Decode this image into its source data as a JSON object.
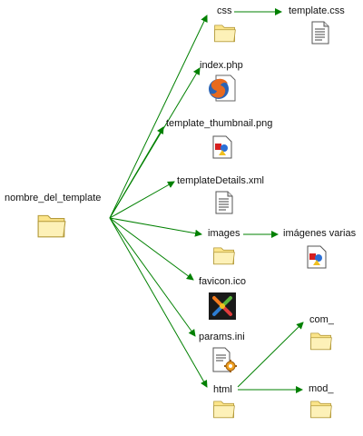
{
  "diagram": {
    "root": {
      "label": "nombre_del_template",
      "icon": "folder-icon"
    },
    "nodes": {
      "css": {
        "label": "css",
        "icon": "folder-icon"
      },
      "template_css": {
        "label": "template.css",
        "icon": "text-file-icon"
      },
      "index_php": {
        "label": "index.php",
        "icon": "firefox-file-icon"
      },
      "template_thumbnail": {
        "label": "template_thumbnail.png",
        "icon": "image-file-icon"
      },
      "template_details": {
        "label": "templateDetails.xml",
        "icon": "text-file-icon"
      },
      "images": {
        "label": "images",
        "icon": "folder-icon"
      },
      "imagenes_varias": {
        "label": "imágenes varias",
        "icon": "image-file-icon"
      },
      "favicon": {
        "label": "favicon.ico",
        "icon": "joomla-logo-icon"
      },
      "params": {
        "label": "params.ini",
        "icon": "ini-file-icon"
      },
      "html": {
        "label": "html",
        "icon": "folder-icon"
      },
      "com": {
        "label": "com_",
        "icon": "folder-icon"
      },
      "mod": {
        "label": "mod_",
        "icon": "folder-icon"
      }
    },
    "colors": {
      "arrow": "#008000",
      "folder_fill": "#fbe48a",
      "folder_stroke": "#b49a3a"
    }
  }
}
